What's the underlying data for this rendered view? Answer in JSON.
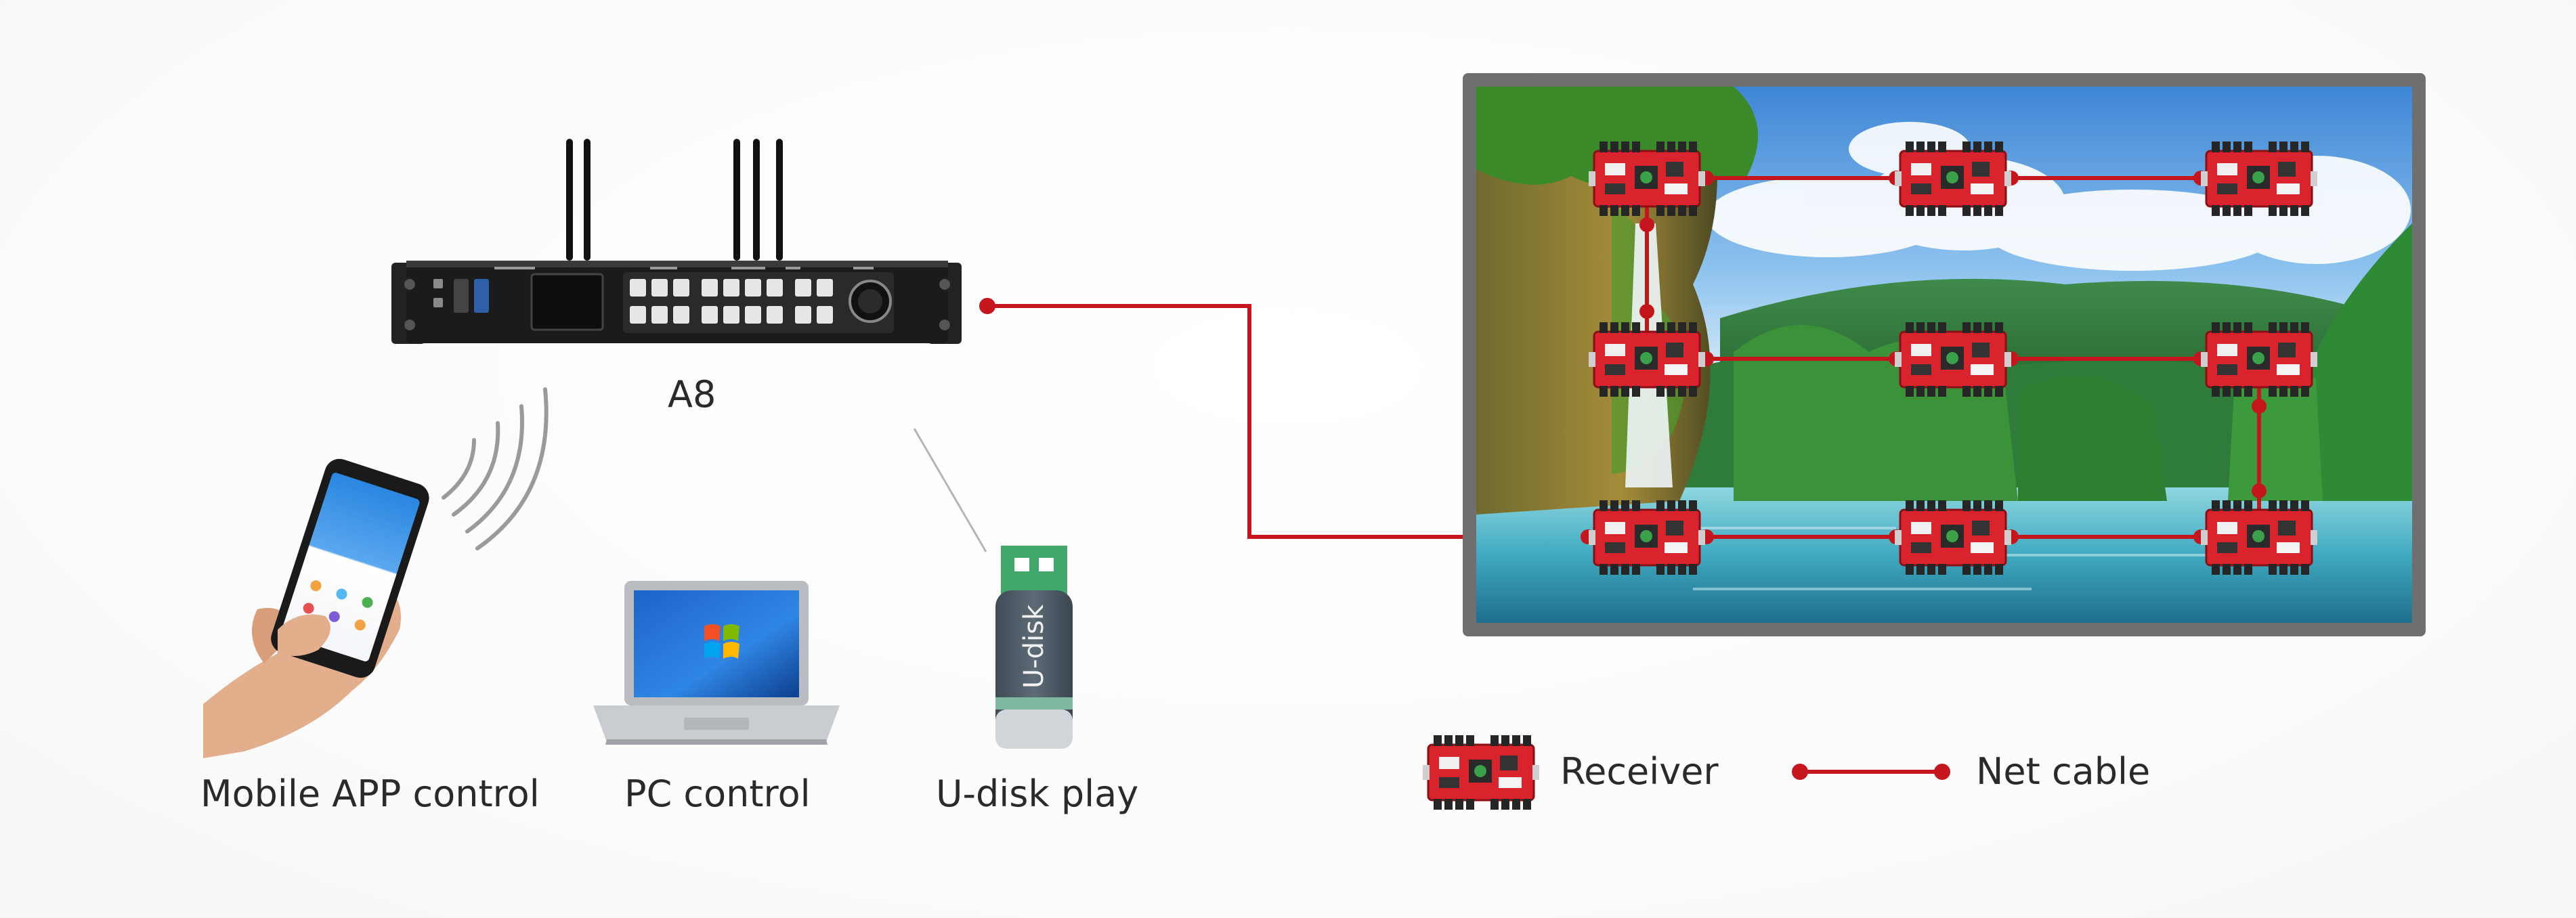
{
  "device": {
    "name": "A8"
  },
  "control_options": [
    {
      "label": "Mobile APP control",
      "icon": "smartphone-icon"
    },
    {
      "label": "PC control",
      "icon": "laptop-icon"
    },
    {
      "label": "U-disk play",
      "icon": "usb-drive-icon"
    }
  ],
  "udisk_text": "U-disk",
  "legend": {
    "receiver_label": "Receiver",
    "cable_label": "Net cable"
  },
  "colors": {
    "cable": "#c4161c",
    "receiver_board": "#d9232d",
    "device_body": "#1b1b1b",
    "screen_frame": "#707070"
  },
  "receiver_grid": {
    "rows": 3,
    "cols": 3
  }
}
